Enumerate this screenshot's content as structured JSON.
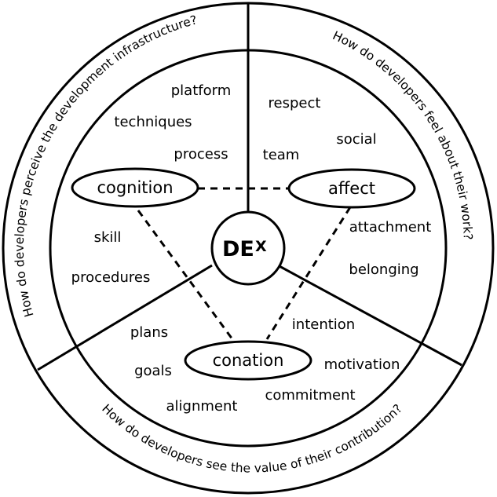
{
  "center": {
    "main": "DE",
    "sup": "X"
  },
  "nodes": {
    "cognition": "cognition",
    "affect": "affect",
    "conation": "conation"
  },
  "questions": {
    "cognition": "How do developers perceive the development infrastructure?",
    "affect": "How do developers feel about their work?",
    "conation": "How do developers see the value of their contribution?"
  },
  "terms": {
    "cognition": [
      "platform",
      "techniques",
      "process",
      "skill",
      "procedures"
    ],
    "affect": [
      "respect",
      "social",
      "team",
      "attachment",
      "belonging"
    ],
    "conation": [
      "plans",
      "intention",
      "goals",
      "motivation",
      "commitment",
      "alignment"
    ]
  }
}
